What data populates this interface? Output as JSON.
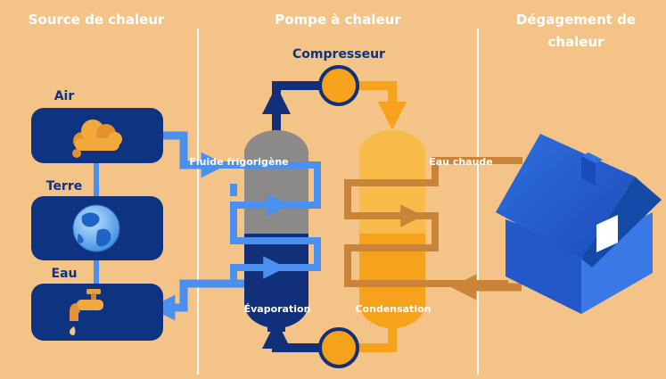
{
  "headers": {
    "source": "Source de chaleur",
    "pump": "Pompe à chaleur",
    "release_line1": "Dégagement de",
    "release_line2": "chaleur"
  },
  "labels": {
    "compressor": "Compresseur",
    "air": "Air",
    "earth": "Terre",
    "water": "Eau",
    "refrigerant": "Fluide frigorigène",
    "hot_water": "Eau chaude",
    "evaporation": "Évaporation",
    "condensation": "Condensation"
  },
  "colors": {
    "background": "#f3c387",
    "dark_blue": "#0d3381",
    "navy": "#12307a",
    "light_blue": "#4b8ff0",
    "orange": "#f6a31b",
    "brown": "#c9843a",
    "grey": "#8c8a88",
    "header_text": "#ffffff",
    "compressor_text": "#0d3381"
  },
  "icons": [
    "cloud-icon",
    "globe-icon",
    "faucet-icon",
    "house-icon",
    "compressor-icon"
  ]
}
